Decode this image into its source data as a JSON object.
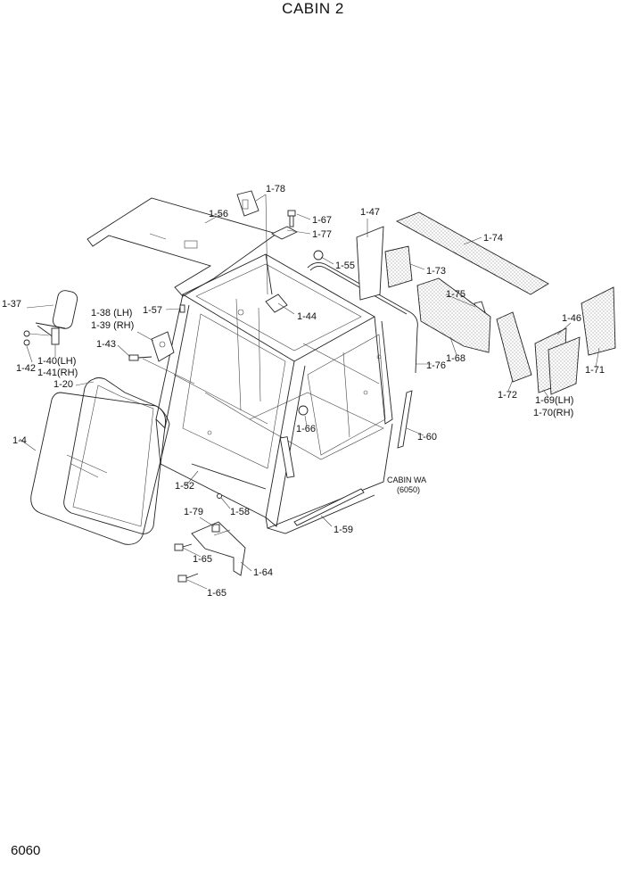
{
  "title": "CABIN 2",
  "page_number": "6060",
  "cabin_note": {
    "line1": "CABIN WA",
    "line2": "(6050)"
  },
  "labels": {
    "p1_78": "1-78",
    "p1_67": "1-67",
    "p1_77": "1-77",
    "p1_56": "1-56",
    "p1_47": "1-47",
    "p1_74": "1-74",
    "p1_55": "1-55",
    "p1_73": "1-73",
    "p1_75": "1-75",
    "p1_37": "1-37",
    "p1_57": "1-57",
    "p1_38": "1-38 (LH)",
    "p1_39": "1-39 (RH)",
    "p1_44": "1-44",
    "p1_46": "1-46",
    "p1_43": "1-43",
    "p1_68": "1-68",
    "p1_76": "1-76",
    "p1_71": "1-71",
    "p1_42": "1-42",
    "p1_40": "1-40(LH)",
    "p1_41": "1-41(RH)",
    "p1_20": "1-20",
    "p1_72": "1-72",
    "p1_69": "1-69(LH)",
    "p1_70": "1-70(RH)",
    "p1_66": "1-66",
    "p1_60": "1-60",
    "p1_4": "1-4",
    "p1_52": "1-52",
    "p1_79": "1-79",
    "p1_58": "1-58",
    "p1_59": "1-59",
    "p1_65a": "1-65",
    "p1_64": "1-64",
    "p1_65b": "1-65"
  }
}
